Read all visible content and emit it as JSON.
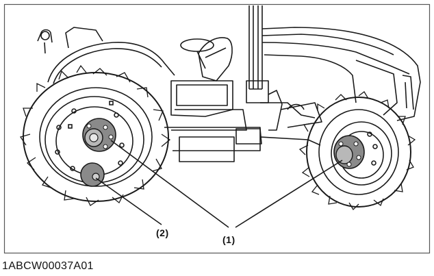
{
  "figure": {
    "subject": "tractor-side-view",
    "callouts": [
      {
        "id": "1",
        "label": "(1)"
      },
      {
        "id": "2",
        "label": "(2)"
      }
    ],
    "figure_code": "1ABCW00037A01",
    "colors": {
      "line": "#1a1a1a",
      "highlight": "#8a8a8a",
      "background": "#ffffff",
      "frame": "#555555"
    }
  }
}
